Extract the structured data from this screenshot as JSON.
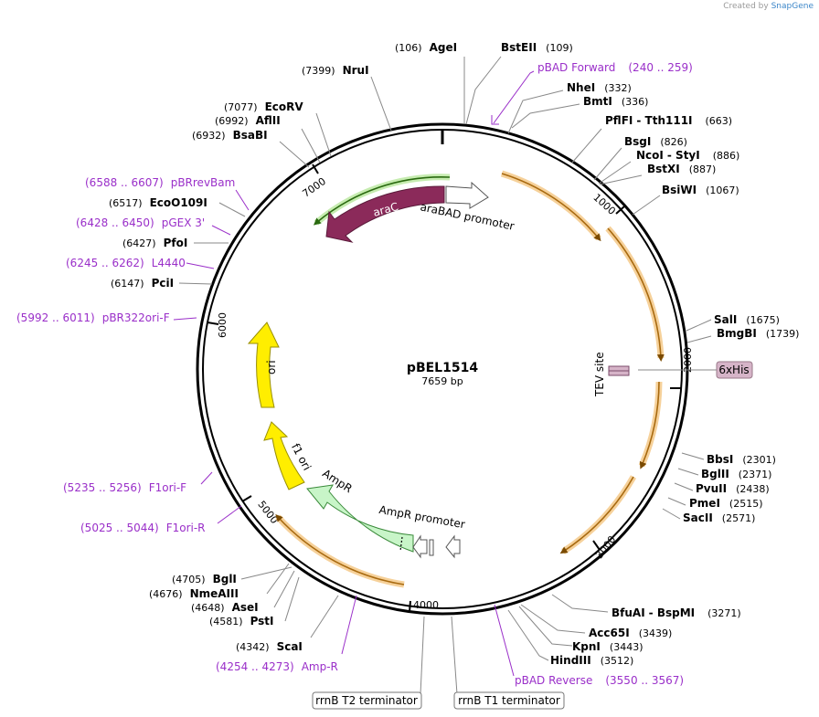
{
  "credit": {
    "created_by": "Created by",
    "brand": "SnapGene"
  },
  "plasmid": {
    "name": "pBEL1514",
    "length": "7659 bp",
    "bp": 7659
  },
  "colors": {
    "primer": "#9a2fc9",
    "orange": "#f0a040",
    "green": "#70c040",
    "araC": "#8b2a5a",
    "ori": "#ffee00",
    "ampR": "#c8f5c8",
    "his": "#d6b4c8"
  },
  "tick_labels": [
    "1000",
    "2000",
    "3000",
    "4000",
    "5000",
    "6000",
    "7000"
  ],
  "sites": [
    {
      "name": "AgeI",
      "pos": "(106)"
    },
    {
      "name": "BstEII",
      "pos": "(109)"
    },
    {
      "name": "NruI",
      "pos": "(7399)"
    },
    {
      "name": "NheI",
      "pos": "(332)"
    },
    {
      "name": "BmtI",
      "pos": "(336)"
    },
    {
      "name": "EcoRV",
      "pos": "(7077)"
    },
    {
      "name": "AflII",
      "pos": "(6992)"
    },
    {
      "name": "BsaBI",
      "pos": "(6932)"
    },
    {
      "name": "PflFI",
      "name2": "Tth111I",
      "pos": "(663)"
    },
    {
      "name": "BsgI",
      "pos": "(826)"
    },
    {
      "name": "NcoI",
      "name2": "StyI",
      "pos": "(886)"
    },
    {
      "name": "BstXI",
      "pos": "(887)"
    },
    {
      "name": "BsiWI",
      "pos": "(1067)"
    },
    {
      "name": "EcoO109I",
      "pos": "(6517)"
    },
    {
      "name": "PfoI",
      "pos": "(6427)"
    },
    {
      "name": "PciI",
      "pos": "(6147)"
    },
    {
      "name": "SalI",
      "pos": "(1675)"
    },
    {
      "name": "BmgBI",
      "pos": "(1739)"
    },
    {
      "name": "BbsI",
      "pos": "(2301)"
    },
    {
      "name": "BglII",
      "pos": "(2371)"
    },
    {
      "name": "PvuII",
      "pos": "(2438)"
    },
    {
      "name": "PmeI",
      "pos": "(2515)"
    },
    {
      "name": "SacII",
      "pos": "(2571)"
    },
    {
      "name": "BglI",
      "pos": "(4705)"
    },
    {
      "name": "NmeAIII",
      "pos": "(4676)"
    },
    {
      "name": "AseI",
      "pos": "(4648)"
    },
    {
      "name": "PstI",
      "pos": "(4581)"
    },
    {
      "name": "ScaI",
      "pos": "(4342)"
    },
    {
      "name": "BfuAI",
      "name2": "BspMI",
      "pos": "(3271)"
    },
    {
      "name": "Acc65I",
      "pos": "(3439)"
    },
    {
      "name": "KpnI",
      "pos": "(3443)"
    },
    {
      "name": "HindIII",
      "pos": "(3512)"
    }
  ],
  "primers": [
    {
      "name": "pBAD Forward",
      "range": "(240 .. 259)"
    },
    {
      "name": "pBRrevBam",
      "range": "(6588 .. 6607)"
    },
    {
      "name": "pGEX 3'",
      "range": "(6428 .. 6450)"
    },
    {
      "name": "L4440",
      "range": "(6245 .. 6262)"
    },
    {
      "name": "pBR322ori-F",
      "range": "(5992 .. 6011)"
    },
    {
      "name": "F1ori-F",
      "range": "(5235 .. 5256)"
    },
    {
      "name": "F1ori-R",
      "range": "(5025 .. 5044)"
    },
    {
      "name": "Amp-R",
      "range": "(4254 .. 4273)"
    },
    {
      "name": "pBAD Reverse",
      "range": "(3550 .. 3567)"
    }
  ],
  "features": {
    "araC": "araC",
    "araBAD_promoter": "araBAD promoter",
    "ori": "ori",
    "f1_ori": "f1 ori",
    "AmpR": "AmpR",
    "AmpR_promoter": "AmpR promoter",
    "TEV_site": "TEV site",
    "sixHis": "6xHis",
    "rrnB_T2": "rrnB T2 terminator",
    "rrnB_T1": "rrnB T1 terminator"
  }
}
